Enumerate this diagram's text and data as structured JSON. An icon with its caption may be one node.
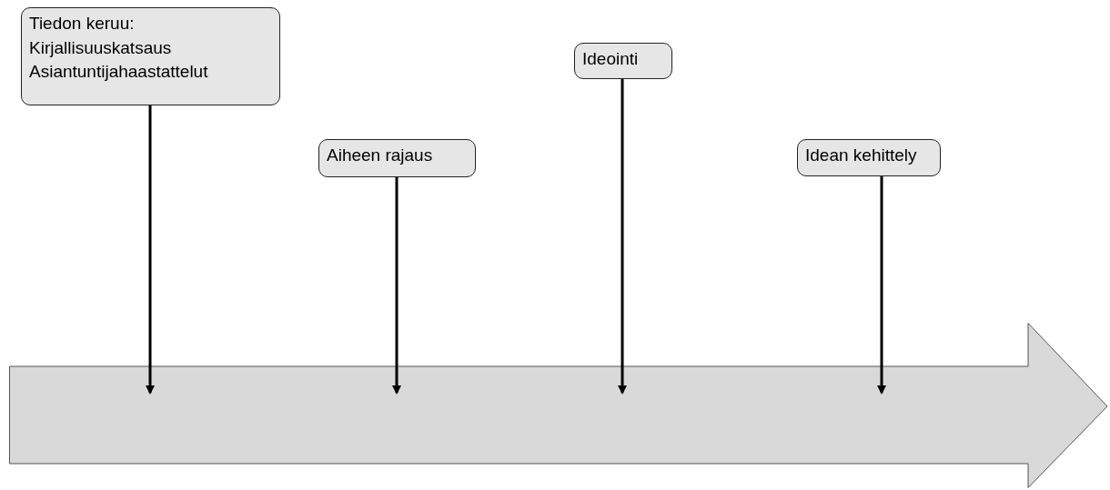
{
  "diagram": {
    "nodes": [
      {
        "text": [
          "Tiedon keruu:",
          "Kirjallisuuskatsaus",
          "Asiantuntijahaastattelut"
        ]
      },
      {
        "text": [
          "Aiheen rajaus"
        ]
      },
      {
        "text": [
          "Ideointi"
        ]
      },
      {
        "text": [
          "Idean kehittely"
        ]
      },
      {
        "text": [],
        "shape": "arrow"
      }
    ],
    "edges": [
      {
        "from": 0,
        "to": 4,
        "arrow": "to"
      },
      {
        "from": 1,
        "to": 4,
        "arrow": "to"
      },
      {
        "from": 2,
        "to": 4,
        "arrow": "to"
      },
      {
        "from": 3,
        "to": 4,
        "arrow": "to"
      }
    ]
  }
}
